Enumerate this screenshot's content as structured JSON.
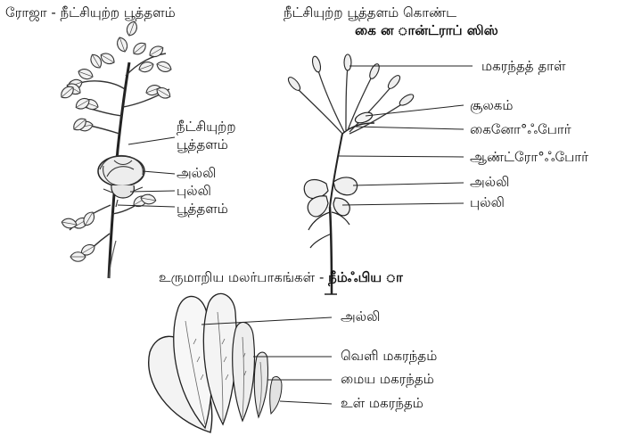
{
  "rose": {
    "title": "ரோஜா - நீட்சியுற்ற பூத்தளம்",
    "label_extended_thalamus_1": "நீட்சியுற்ற",
    "label_extended_thalamus_2": "பூத்தளம்",
    "label_petal": "அல்லி",
    "label_sepal": "புல்லி",
    "label_thalamus": "பூத்தளம்"
  },
  "gynandropsis": {
    "title": "நீட்சியுற்ற பூத்தளம் கொண்ட",
    "subtitle": "கை ன ான்ட்ராப் ஸிஸ்",
    "label_anther": "மகரந்தத் தாள்",
    "label_ovary": "சூலகம்",
    "label_gynophore": "கைனோ°ஃபோர்",
    "label_androphore": "ஆண்ட்ரோ°ஃபோர்",
    "label_petal": "அல்லி",
    "label_sepal": "புல்லி"
  },
  "nymphaea": {
    "title_prefix": "உருமாறிய மலர்பாகங்கள் - ",
    "title_name": "நீம்ஃபிய ா",
    "label_petal": "அல்லி",
    "label_outer_stamen": "வெளி மகரந்தம்",
    "label_middle_stamen": "மைய மகரந்தம்",
    "label_inner_stamen": "உள் மகரந்தம்"
  }
}
